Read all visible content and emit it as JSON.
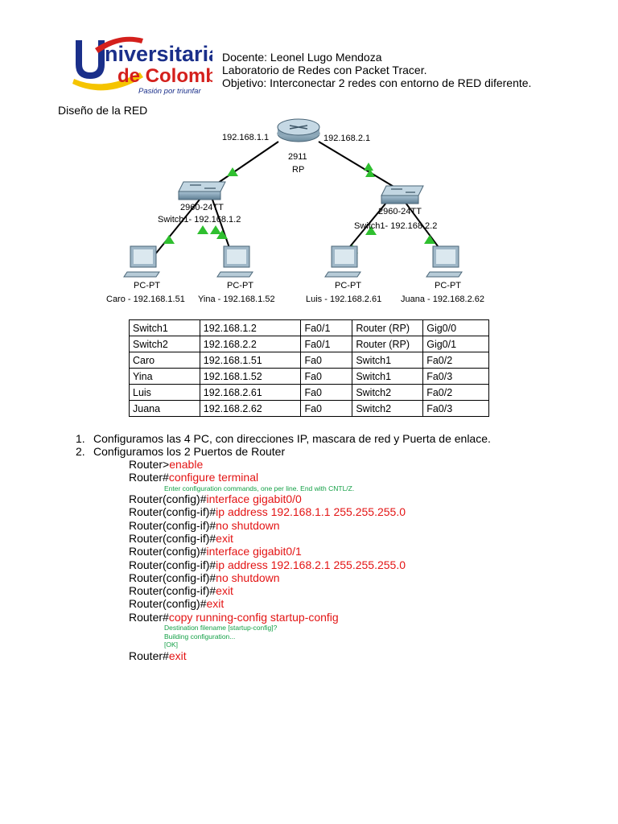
{
  "header": {
    "docente": "Docente: Leonel Lugo Mendoza",
    "laboratorio": "Laboratorio de Redes con Packet Tracer.",
    "objetivo": "Objetivo: Interconectar 2 redes con entorno de RED diferente."
  },
  "logo": {
    "name_part1": "niversitaria",
    "name_initial": "U",
    "name_part2": "de Colombia",
    "tagline": "Pasión por triunfar"
  },
  "section_title": "Diseño de la RED",
  "diagram": {
    "router_ip_left": "192.168.1.1",
    "router_ip_right": "192.168.2.1",
    "router_model": "2911",
    "router_name": "RP",
    "switch_left_model": "2960-24TT",
    "switch_left_name": "Switch1- 192.168.1.2",
    "switch_right_model": "2960-24TT",
    "switch_right_name": "Switch1- 192.168.2.2",
    "pcs": [
      {
        "type": "PC-PT",
        "label": "Caro - 192.168.1.51"
      },
      {
        "type": "PC-PT",
        "label": "Yina - 192.168.1.52"
      },
      {
        "type": "PC-PT",
        "label": "Luis - 192.168.2.61"
      },
      {
        "type": "PC-PT",
        "label": "Juana - 192.168.2.62"
      }
    ]
  },
  "table": {
    "rows": [
      [
        "Switch1",
        "192.168.1.2",
        "Fa0/1",
        "Router (RP)",
        "Gig0/0"
      ],
      [
        "Switch2",
        "192.168.2.2",
        "Fa0/1",
        "Router (RP)",
        "Gig0/1"
      ],
      [
        "Caro",
        "192.168.1.51",
        "Fa0",
        "Switch1",
        "Fa0/2"
      ],
      [
        "Yina",
        "192.168.1.52",
        "Fa0",
        "Switch1",
        "Fa0/3"
      ],
      [
        "Luis",
        "192.168.2.61",
        "Fa0",
        "Switch2",
        "Fa0/2"
      ],
      [
        "Juana",
        "192.168.2.62",
        "Fa0",
        "Switch2",
        "Fa0/3"
      ]
    ]
  },
  "steps": [
    {
      "number": "1.",
      "text": "Configuramos las 4 PC, con direcciones IP, mascara de red y Puerta de enlace."
    },
    {
      "number": "2.",
      "text": "Configuramos los 2 Puertos de Router"
    }
  ],
  "commands": [
    {
      "prompt": "Router>",
      "command": "enable"
    },
    {
      "prompt": "Router#",
      "command": "configure terminal"
    },
    {
      "output": "Enter configuration commands, one per line.  End with CNTL/Z."
    },
    {
      "prompt": "Router(config)#",
      "command": "interface gigabit0/0"
    },
    {
      "prompt": "Router(config-if)#",
      "command": "ip address 192.168.1.1 255.255.255.0"
    },
    {
      "prompt": "Router(config-if)#",
      "command": "no shutdown"
    },
    {
      "prompt": "Router(config-if)#",
      "command": "exit"
    },
    {
      "prompt": "Router(config)#",
      "command": "interface gigabit0/1"
    },
    {
      "prompt": "Router(config-if)#",
      "command": "ip address 192.168.2.1 255.255.255.0"
    },
    {
      "prompt": "Router(config-if)#",
      "command": "no shutdown"
    },
    {
      "prompt": "Router(config-if)#",
      "command": "exit"
    },
    {
      "prompt": "Router(config)#",
      "command": "exit"
    },
    {
      "prompt": "Router#",
      "command": "copy running-config startup-config"
    },
    {
      "output": "Destination filename [startup-config]?"
    },
    {
      "output": "Building configuration..."
    },
    {
      "output": "[OK]"
    },
    {
      "prompt": "Router#",
      "command": "exit"
    }
  ],
  "colors": {
    "command": "#e31414",
    "output": "#14a046",
    "link_indicator": "#2fbf2f",
    "logo_blue": "#1a2f8a",
    "logo_red": "#d4201c",
    "logo_yellow": "#f5c400"
  }
}
